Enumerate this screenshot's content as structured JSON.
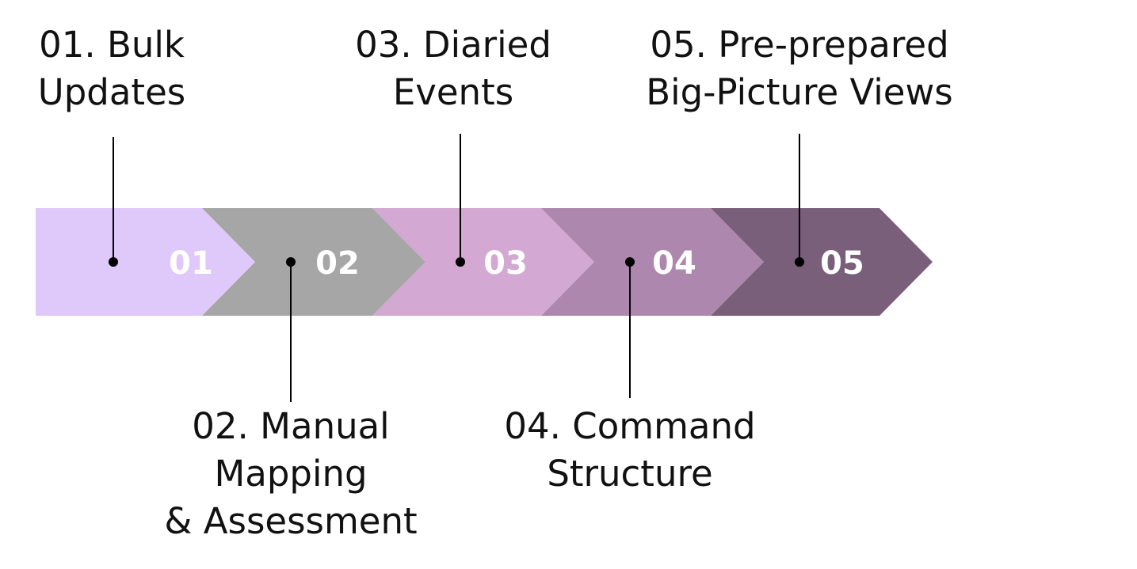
{
  "process": {
    "steps": [
      {
        "number": "01",
        "label_lines": [
          "01. Bulk",
          "Updates"
        ],
        "label_position": "above",
        "color": "#dfc9fa"
      },
      {
        "number": "02",
        "label_lines": [
          "02. Manual",
          "Mapping",
          "& Assessment"
        ],
        "label_position": "below",
        "color": "#a6a6a6"
      },
      {
        "number": "03",
        "label_lines": [
          "03. Diaried",
          "Events"
        ],
        "label_position": "above",
        "color": "#d3a8d2"
      },
      {
        "number": "04",
        "label_lines": [
          "04. Command",
          "Structure"
        ],
        "label_position": "below",
        "color": "#ad87ad"
      },
      {
        "number": "05",
        "label_lines": [
          "05. Pre-prepared",
          "Big-Picture Views"
        ],
        "label_position": "above",
        "color": "#7a5f7a"
      }
    ],
    "connector_color": "#000000",
    "number_color": "#ffffff",
    "label_color": "#111111"
  }
}
